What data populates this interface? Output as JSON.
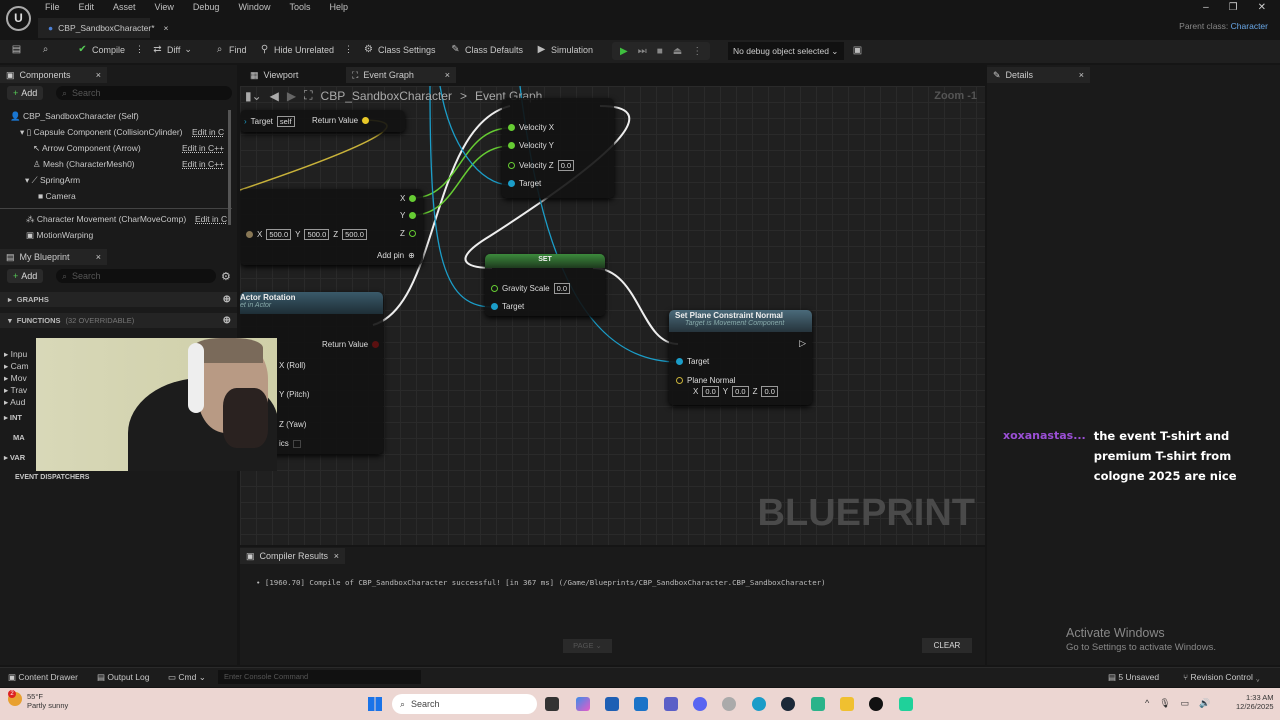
{
  "menu": [
    "File",
    "Edit",
    "Asset",
    "View",
    "Debug",
    "Window",
    "Tools",
    "Help"
  ],
  "doc_tab": "CBP_SandboxCharacter*",
  "parent_class_label": "Parent class:",
  "parent_class": "Character",
  "toolbar": {
    "compile": "Compile",
    "diff": "Diff",
    "find": "Find",
    "hide_unrelated": "Hide Unrelated",
    "class_settings": "Class Settings",
    "class_defaults": "Class Defaults",
    "simulation": "Simulation",
    "debug_select": "No debug object selected"
  },
  "components": {
    "tab": "Components",
    "add": "Add",
    "search_placeholder": "Search",
    "items": [
      {
        "label": "CBP_SandboxCharacter (Self)"
      },
      {
        "label": "Capsule Component (CollisionCylinder)",
        "edit": "Edit in C"
      },
      {
        "label": "Arrow Component (Arrow)",
        "edit": "Edit in C++"
      },
      {
        "label": "Mesh (CharacterMesh0)",
        "edit": "Edit in C++"
      },
      {
        "label": "SpringArm"
      },
      {
        "label": "Camera"
      },
      {
        "label": "Character Movement (CharMoveComp)",
        "edit": "Edit in C"
      },
      {
        "label": "MotionWarping"
      }
    ]
  },
  "my_blueprint": {
    "tab": "My Blueprint",
    "add": "Add",
    "search_placeholder": "Search",
    "graphs": "GRAPHS",
    "functions": "FUNCTIONS",
    "functions_count": "(32 OVERRIDABLE)",
    "partial": [
      "Inpu",
      "Cam",
      "Mov",
      "Trav",
      "Aud",
      "INT",
      "MA",
      "VAR",
      "EVENT DISPATCHERS"
    ]
  },
  "center_tabs": {
    "viewport": "Viewport",
    "event_graph": "Event Graph"
  },
  "breadcrumb": {
    "root": "CBP_SandboxCharacter",
    "sep": ">",
    "current": "Event Graph"
  },
  "zoom": "Zoom -1",
  "watermark": "BLUEPRINT",
  "nodes": {
    "getter": {
      "target": "Target",
      "self": "self",
      "return": "Return Value"
    },
    "break": {
      "x": "X",
      "y": "Y",
      "z": "Z",
      "vx": "500.0",
      "vy": "500.0",
      "vz": "500.0",
      "add_pin": "Add pin",
      "lx": "X",
      "ly": "Y",
      "lz": "Z"
    },
    "velocity": {
      "vx": "Velocity X",
      "vy": "Velocity Y",
      "vz": "Velocity Z",
      "vz_val": "0.0",
      "target": "Target"
    },
    "set": {
      "title": "SET",
      "gravity": "Gravity Scale",
      "gravity_val": "0.0",
      "target": "Target"
    },
    "rotation": {
      "title": "Actor Rotation",
      "subtitle": "et in Actor",
      "return": "Return Value",
      "roll": "X (Roll)",
      "pitch": "Y (Pitch)",
      "yaw": "Z (Yaw)",
      "ics": "ics"
    },
    "plane": {
      "title": "Set Plane Constraint Normal",
      "subtitle": "Target is Movement Component",
      "target": "Target",
      "normal": "Plane Normal",
      "x": "0.0",
      "y": "0.0",
      "z": "0.0"
    }
  },
  "compiler": {
    "tab": "Compiler Results",
    "message": "[1960.70] Compile of CBP_SandboxCharacter successful! [in 367 ms] (/Game/Blueprints/CBP_SandboxCharacter.CBP_SandboxCharacter)",
    "page": "PAGE",
    "clear": "CLEAR"
  },
  "details": {
    "tab": "Details"
  },
  "chat": {
    "user": "xoxanastas...",
    "message": "the event T-shirt and premium T-shirt from cologne 2025 are nice",
    "user_color": "#9b4fd6"
  },
  "activate": {
    "title": "Activate Windows",
    "sub": "Go to Settings to activate Windows."
  },
  "status": {
    "content_drawer": "Content Drawer",
    "output_log": "Output Log",
    "cmd": "Cmd",
    "console_placeholder": "Enter Console Command",
    "unsaved": "5 Unsaved",
    "revision": "Revision Control"
  },
  "taskbar": {
    "temp": "55°F",
    "weather": "Partly sunny",
    "search": "Search",
    "time": "1:33 AM",
    "date": "12/26/2025",
    "badge": "2"
  }
}
